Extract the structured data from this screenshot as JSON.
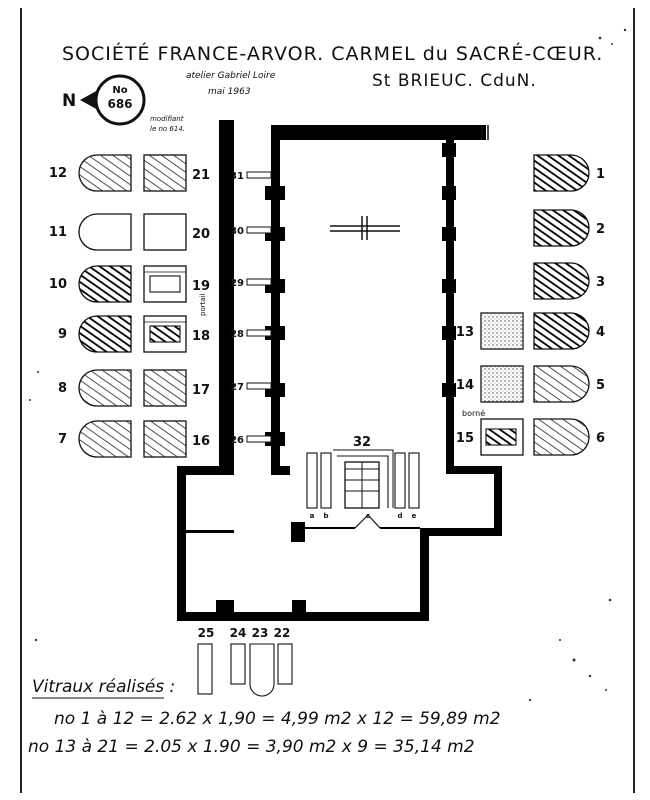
{
  "header": {
    "line1": "SOCIÉTÉ FRANCE-ARVOR. CARMEL du SACRÉ-CŒUR.",
    "line2": "St BRIEUC. CduN.",
    "atelier": "atelier Gabriel Loire",
    "date": "mai 1963"
  },
  "stamp": {
    "north": "N",
    "prefix": "No",
    "number": "686",
    "modif_1": "modifiant",
    "modif_2": "le no 614."
  },
  "windows": {
    "left_outer": [
      "12",
      "11",
      "10",
      "9",
      "8",
      "7"
    ],
    "left_inner": [
      "21",
      "20",
      "19",
      "18",
      "17",
      "16"
    ],
    "right_outer": [
      "1",
      "2",
      "3",
      "4",
      "5",
      "6"
    ],
    "right_inner": [
      "13",
      "14",
      "15"
    ],
    "nave": [
      "31",
      "30",
      "29",
      "28",
      "27",
      "26"
    ],
    "central": "32",
    "central_letters": [
      "a",
      "b",
      "c",
      "d",
      "e"
    ],
    "bottom": [
      "25",
      "24",
      "23",
      "22"
    ],
    "portail_label": "portail",
    "borne_label": "borné"
  },
  "footer": {
    "heading": "Vitraux réalisés :",
    "line1": "no 1 à 12 = 2.62 x 1,90 = 4,99 m2 x 12 = 59,89 m2",
    "line2": "no 13 à 21 = 2.05 x 1.90 = 3,90 m2 x 9 = 35,14 m2"
  }
}
